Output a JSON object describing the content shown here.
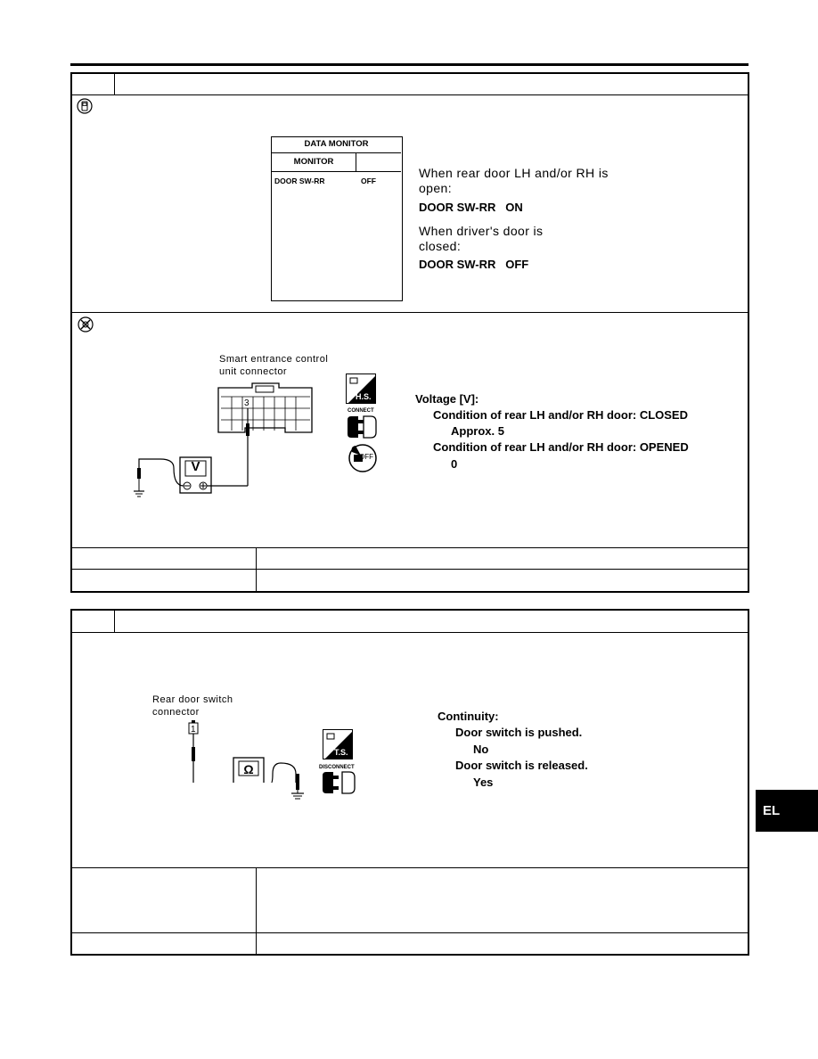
{
  "page": {
    "side_tab": "EL"
  },
  "step1": {
    "data_monitor": {
      "title": "DATA MONITOR",
      "col_header": "MONITOR",
      "row_item": "DOOR SW-RR",
      "row_value": "OFF"
    },
    "consult_text": {
      "line1": "When rear door LH and/or RH is",
      "line2": "open:",
      "line3": "DOOR SW-RR   ON",
      "line4": "When driver's door is",
      "line5": "closed:",
      "line6": "DOOR SW-RR   OFF"
    },
    "connector_label": {
      "line1": "Smart entrance control",
      "line2": "unit connector"
    },
    "pin_number": "3",
    "meter_symbol": "V",
    "icon_hs": "H.S.",
    "icon_connect": "CONNECT",
    "icon_off": "OFF",
    "voltage": {
      "title": "Voltage [V]:",
      "cond1": "Condition of rear LH and/or RH door: CLOSED",
      "val1": "Approx. 5",
      "cond2": "Condition of rear LH and/or RH door: OPENED",
      "val2": "0"
    }
  },
  "step2": {
    "connector_label": {
      "line1": "Rear door switch",
      "line2": "connector"
    },
    "pin_number": "1",
    "meter_symbol": "Ω",
    "icon_ts": "T.S.",
    "icon_disconnect": "DISCONNECT",
    "continuity": {
      "title": "Continuity:",
      "cond1": "Door switch is pushed.",
      "val1": "No",
      "cond2": "Door switch is released.",
      "val2": "Yes"
    }
  }
}
